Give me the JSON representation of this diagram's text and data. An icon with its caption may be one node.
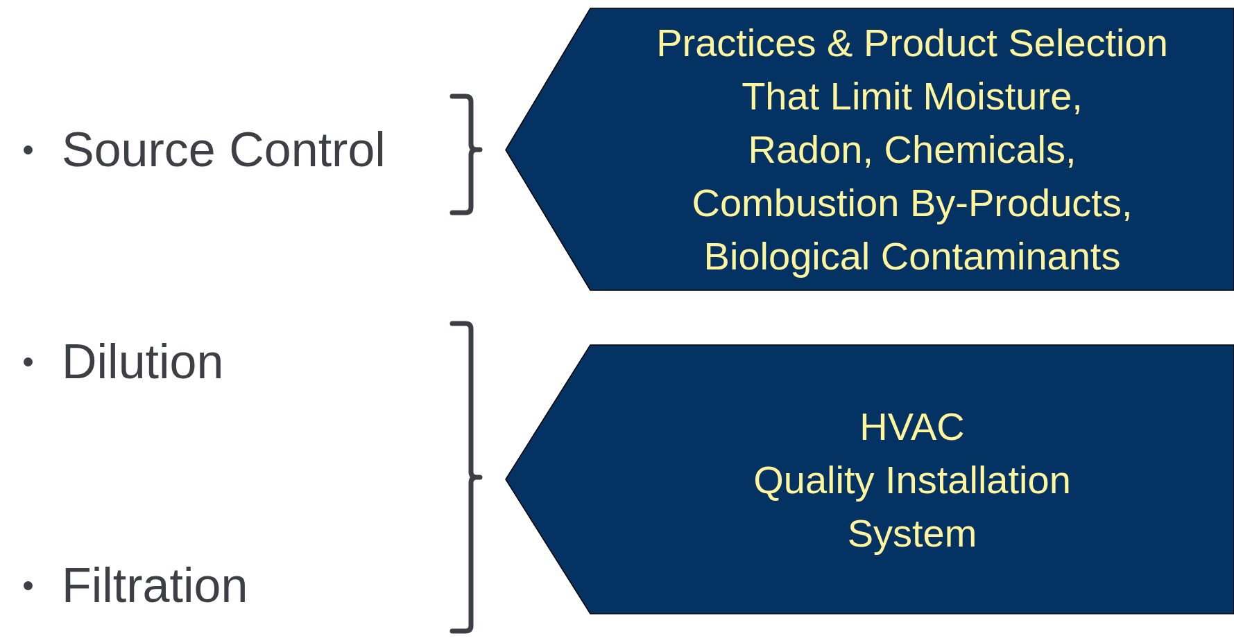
{
  "diagram": {
    "nodes": [
      {
        "text": [
          "Practices & Product Selection",
          "That Limit Moisture,",
          "Radon, Chemicals,",
          "Combustion By-Products,",
          "Biological Contaminants"
        ]
      },
      {
        "text": [
          "HVAC",
          "Quality Installation",
          "System"
        ]
      }
    ],
    "labels": [
      "Source Control",
      "Dilution",
      "Filtration"
    ]
  }
}
